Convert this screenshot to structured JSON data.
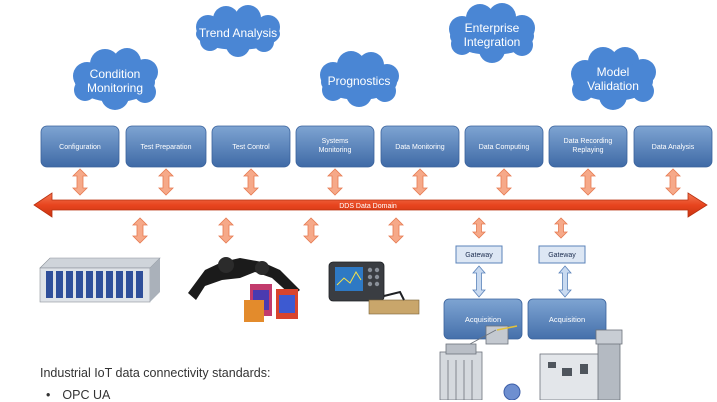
{
  "clouds": [
    {
      "id": "condition-monitoring",
      "lines": [
        "Condition",
        "Monitoring"
      ]
    },
    {
      "id": "trend-analysis",
      "lines": [
        "Trend Analysis"
      ]
    },
    {
      "id": "prognostics",
      "lines": [
        "Prognostics"
      ]
    },
    {
      "id": "enterprise-integration",
      "lines": [
        "Enterprise",
        "Integration"
      ]
    },
    {
      "id": "model-validation",
      "lines": [
        "Model",
        "Validation"
      ]
    }
  ],
  "modules": [
    {
      "id": "configuration",
      "lines": [
        "Configuration"
      ]
    },
    {
      "id": "test-preparation",
      "lines": [
        "Test Preparation"
      ]
    },
    {
      "id": "test-control",
      "lines": [
        "Test Control"
      ]
    },
    {
      "id": "systems-monitoring",
      "lines": [
        "Systems",
        "Monitoring"
      ]
    },
    {
      "id": "data-monitoring",
      "lines": [
        "Data Monitoring"
      ]
    },
    {
      "id": "data-computing",
      "lines": [
        "Data Computing"
      ]
    },
    {
      "id": "data-recording-replaying",
      "lines": [
        "Data Recording",
        "Replaying"
      ]
    },
    {
      "id": "data-analysis",
      "lines": [
        "Data Analysis"
      ]
    }
  ],
  "bus_label": "DDS Data Domain",
  "gateways": [
    "Gateway",
    "Gateway"
  ],
  "acquisitions": [
    "Acquisition",
    "Acquisition"
  ],
  "caption": "Industrial IoT data connectivity standards:",
  "bullets": [
    "OPC UA"
  ],
  "colors": {
    "cloud": "#4a86d4",
    "module_box": "#4d79b2",
    "module_box_light": "#6f99c9",
    "bus": "#e8451f",
    "bus_light": "#f47a55",
    "arrow": "#f6a989",
    "arrow_stroke": "#e67b52",
    "gateway_fill": "#dde7f4",
    "gateway_stroke": "#5b83ba",
    "blue_arrow": "#c9daf0"
  },
  "hardware_icons": [
    "rack-chassis-icon",
    "robot-gripper-icon",
    "handheld-tester-icon",
    "test-rig-icon"
  ]
}
